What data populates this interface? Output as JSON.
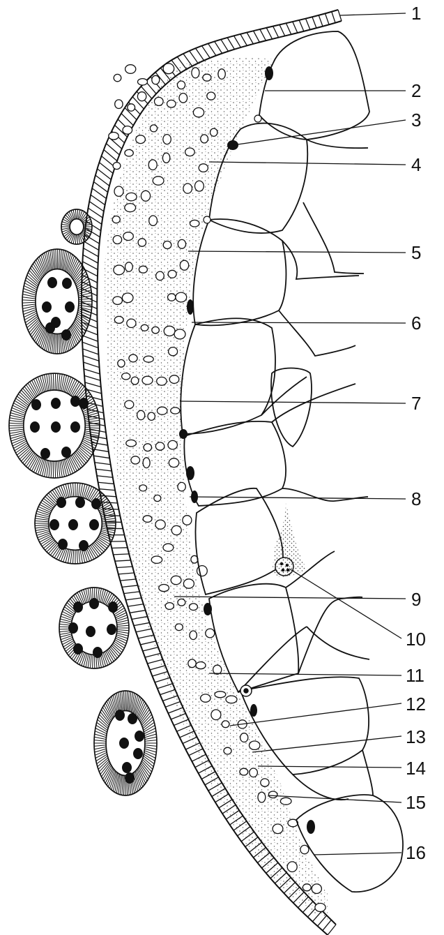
{
  "figure": {
    "labels": [
      "1",
      "2",
      "3",
      "4",
      "5",
      "6",
      "7",
      "8",
      "9",
      "10",
      "11",
      "12",
      "13",
      "14",
      "15",
      "16"
    ]
  },
  "colors": {
    "ink": "#111111",
    "background": "#ffffff",
    "stipple": "#555555"
  }
}
